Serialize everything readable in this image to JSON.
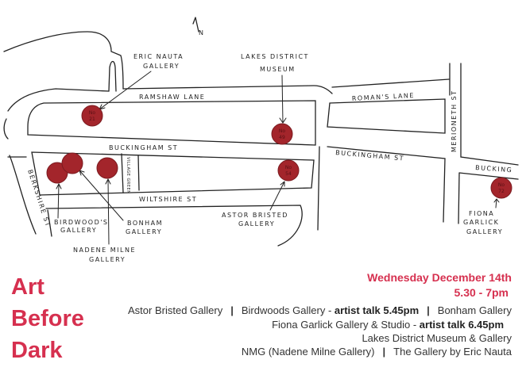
{
  "map": {
    "compass": "N",
    "streets": {
      "ramshaw": "RAMSHAW LANE",
      "romans": "ROMAN'S LANE",
      "merioneth": "MERIONETH ST",
      "buckingham": "BUCKINGHAM ST",
      "buckingham2": "BUCKINGHAM ST",
      "buckingham3": "BUCKING",
      "wiltshire": "WILTSHIRE ST",
      "berkshire": "BERKSHIRE ST",
      "village_green": "VILLAGE GREEN"
    },
    "labels": {
      "eric_1": "ERIC NAUTA",
      "eric_2": "GALLERY",
      "lakes_1": "LAKES DISTRICT",
      "lakes_2": "MUSEUM",
      "birdwoods_1": "BIRDWOOD'S",
      "birdwoods_2": "GALLERY",
      "bonham_1": "BONHAM",
      "bonham_2": "GALLERY",
      "nadene_1": "NADENE MILNE",
      "nadene_2": "GALLERY",
      "astor_1": "ASTOR BRISTED",
      "astor_2": "GALLERY",
      "fiona_1": "FIONA",
      "fiona_2": "GARLICK",
      "fiona_3": "GALLERY"
    },
    "markers": {
      "eric": {
        "no": "No",
        "num": "21"
      },
      "lakes": {
        "no": "No",
        "num": "49"
      },
      "astor": {
        "no": "No",
        "num": "54"
      },
      "fiona": {
        "no": "No",
        "num": "72"
      }
    },
    "marker_color": "#a3252b"
  },
  "event": {
    "title_lines": [
      "Art",
      "Before",
      "Dark"
    ],
    "date": "Wednesday December 14th",
    "time": "5.30 - 7pm",
    "accent_color": "#d6304f",
    "venues": {
      "astor": "Astor Bristed Gallery",
      "birdwoods": "Birdwoods Gallery -",
      "birdwoods_talk": "artist talk 5.45pm",
      "bonham": "Bonham Gallery",
      "fiona": "Fiona Garlick Gallery & Studio -",
      "fiona_talk": "artist talk 6.45pm",
      "lakes": "Lakes District Museum & Gallery",
      "nmg": "NMG (Nadene Milne Gallery)",
      "eric": "The Gallery by Eric Nauta",
      "separator": "|"
    }
  }
}
